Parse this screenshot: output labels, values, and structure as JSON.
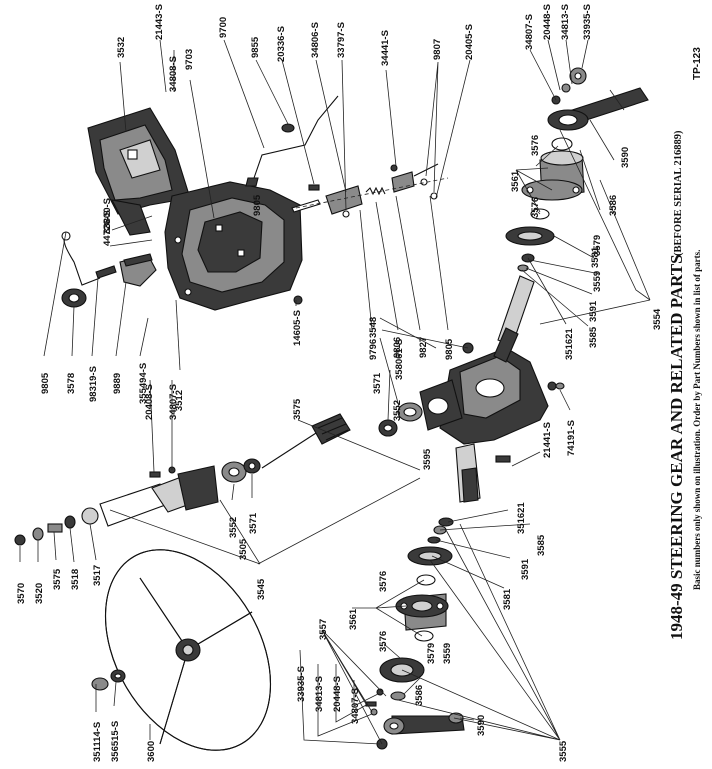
{
  "page": {
    "title": "1948-49 STEERING GEAR AND RELATED PARTS",
    "subtitle": "(BEFORE SERIAL 216889)",
    "note": "Basic numbers only shown on illustration.  Order by Part Numbers shown in list of parts.",
    "plate_code": "TP-123"
  },
  "labels": {
    "p3532": "3532",
    "p21443s": "21443-S",
    "p34808s": "34808-S",
    "p9703": "9703",
    "p9700": "9700",
    "p9855": "9855",
    "p20336s": "20336-S",
    "p34806s": "34806-S",
    "p33797s": "33797-S",
    "p34441s": "34441-S",
    "p9807": "9807",
    "p20405s": "20405-S",
    "p34807s_a": "34807-S",
    "p20448s_a": "20448-S",
    "p34813s_a": "34813-S",
    "p33935s_a": "33935-S",
    "p44726s": "44726-S",
    "p33800s": "33800-S",
    "p9805_a": "9805",
    "p3576_a": "3576",
    "p3561_a": "3561",
    "p3576_b": "3576",
    "p3590_a": "3590",
    "p3586_a": "3586",
    "p3579_a": "3579",
    "p3559_a": "3559",
    "p3581_a": "3581",
    "p3591_a": "3591",
    "p3585_a": "3585",
    "p351621_a": "351621",
    "p3554": "3554",
    "p14605s": "14605-S",
    "p3548": "3548",
    "p9796": "9796",
    "p358061s": "358061-S",
    "p9827": "9827",
    "p9806": "9806",
    "p9805_b": "9805",
    "p9805_c": "9805",
    "p3578": "3578",
    "p98319s": "98319-S",
    "p9889": "9889",
    "p355494s": "355494-S",
    "p20408s": "20408-S",
    "p34807s_b": "34807-S",
    "p3512": "3512",
    "p3571_a": "3571",
    "p3552_a": "3552",
    "p3575_a": "3575",
    "p3595": "3595",
    "p21441s": "21441-S",
    "p74191s": "74191-S",
    "p351621_b": "351621",
    "p3585_b": "3585",
    "p3591_b": "3591",
    "p3581_b": "3581",
    "p3570": "3570",
    "p3520": "3520",
    "p3575_b": "3575",
    "p3518": "3518",
    "p3517": "3517",
    "p3552_b": "3552",
    "p3505": "3505",
    "p3571_b": "3571",
    "p3545": "3545",
    "p3576_c": "3576",
    "p3561_b": "3561",
    "p3576_d": "3576",
    "p3557": "3557",
    "p3579_b": "3579",
    "p3559_b": "3559",
    "p3586_b": "3586",
    "p3555": "3555",
    "p33935s_b": "33935-S",
    "p34813s_b": "34813-S",
    "p20448s_b": "20448-S",
    "p34807s_c": "34807-S",
    "p3590_b": "3590",
    "p351114s": "351114-S",
    "p356515s": "356515-S",
    "p3600": "3600"
  }
}
